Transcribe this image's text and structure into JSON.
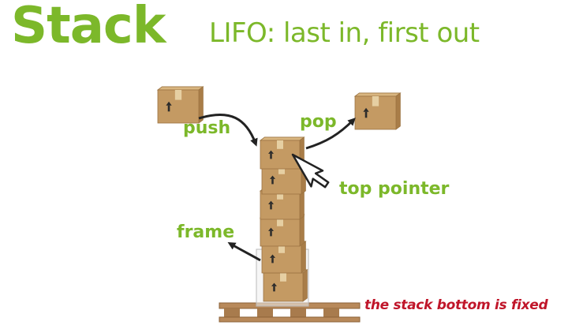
{
  "title": "Stack",
  "subtitle": "LIFO: last in, first out",
  "labels": {
    "push": "push",
    "pop": "pop",
    "top_pointer": "top pointer",
    "frame": "frame"
  },
  "caption": "the stack bottom is fixed",
  "colors": {
    "accent_green": "#7cb82a",
    "caption_red": "#c0162a",
    "box_front": "#c49a63",
    "box_side": "#a97d48",
    "box_top": "#d9b680",
    "tape": "#e6cfa2",
    "pallet": "#b8895a",
    "arrow": "#222222"
  },
  "icons": {
    "box": "cardboard-box-icon",
    "up_arrow": "this-side-up-icon",
    "pointer": "cursor-arrow-icon",
    "pallet": "wooden-pallet-icon"
  }
}
